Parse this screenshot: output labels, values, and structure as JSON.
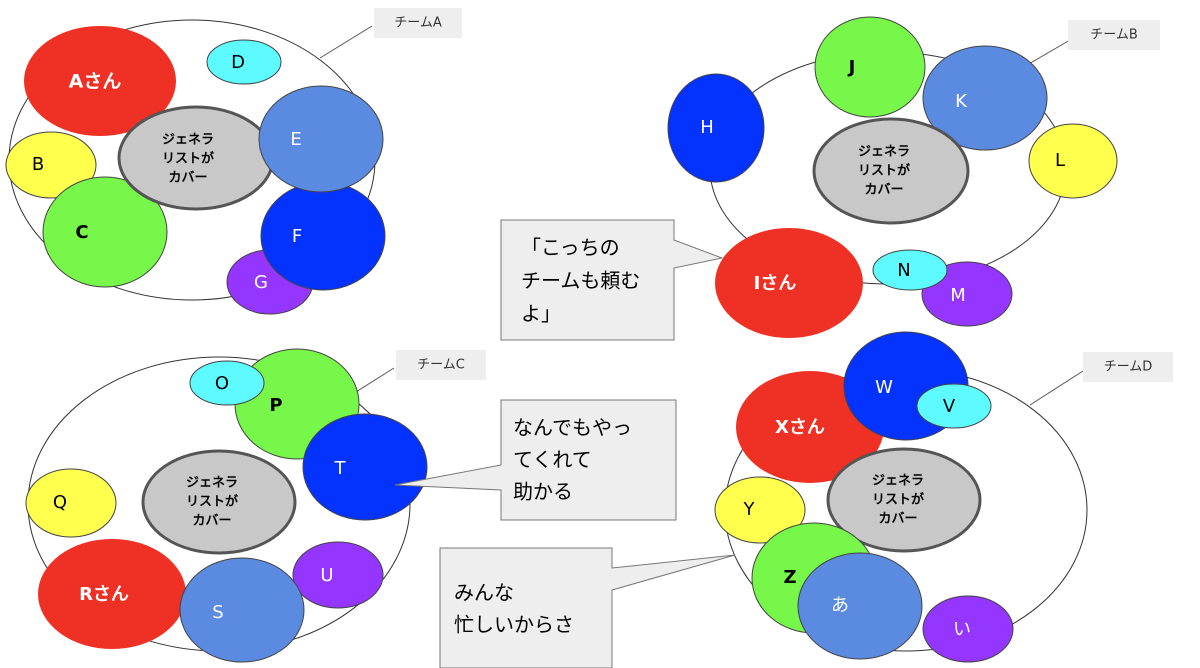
{
  "team_labels": {
    "A": "チームA",
    "B": "チームB",
    "C": "チームC",
    "D": "チームD"
  },
  "generalist_lines": [
    "ジェネラ",
    "リストが",
    "カバー"
  ],
  "members": {
    "A": "Aさん",
    "B": "B",
    "C": "C",
    "D": "D",
    "E": "E",
    "F": "F",
    "G": "G",
    "H": "H",
    "I": "Iさん",
    "J": "J",
    "K": "K",
    "L": "L",
    "M": "M",
    "N": "N",
    "O": "O",
    "P": "P",
    "Q": "Q",
    "R": "Rさん",
    "S": "S",
    "T": "T",
    "U": "U",
    "W": "W",
    "V": "V",
    "X": "Xさん",
    "Y": "Y",
    "Z": "Z",
    "a": "あ",
    "i": "い"
  },
  "callouts": {
    "i_san": [
      "「こっちの",
      "チームも頼む",
      "よ」"
    ],
    "t": [
      "なんでもやっ",
      "てくれて",
      "助かる"
    ],
    "z": [
      "みんな",
      "忙しいからさ"
    ]
  },
  "colors": {
    "red": "#ee3124",
    "yellow": "#ffff4d",
    "green": "#76f74a",
    "light_blue": "#5b8be0",
    "dark_blue": "#0433ff",
    "purple": "#9436ff",
    "cyan": "#5dfbff",
    "gray": "#c8c8c8"
  }
}
